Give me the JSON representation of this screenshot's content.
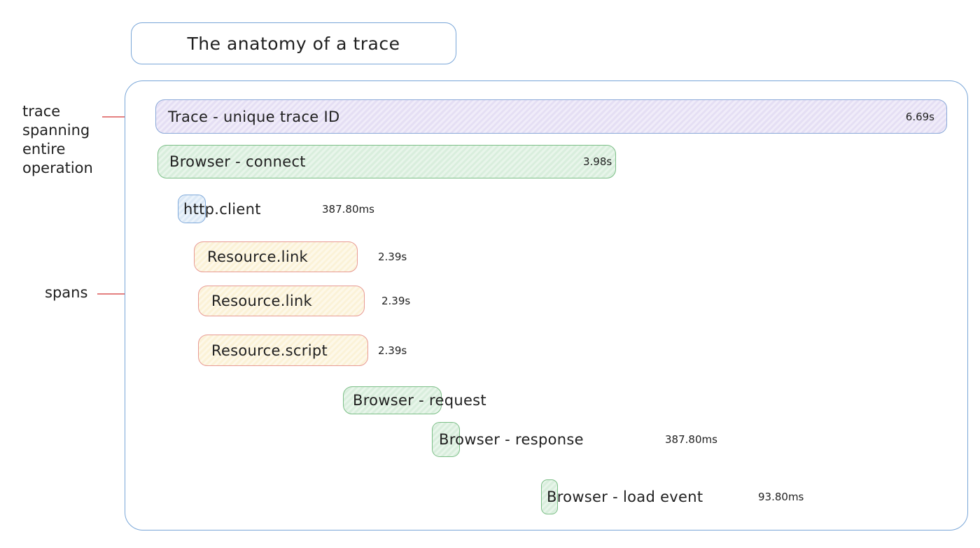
{
  "title": "The anatomy of a trace",
  "annotations": {
    "trace_lines": [
      "trace",
      "spanning",
      "entire",
      "operation"
    ],
    "spans_label": "spans"
  },
  "trace": {
    "label": "Trace - unique trace ID",
    "duration": "6.69s"
  },
  "spans": [
    {
      "label": "Browser - connect",
      "duration": "3.98s",
      "color": "green"
    },
    {
      "label": "http.client",
      "duration": "387.80ms",
      "color": "blue"
    },
    {
      "label": "Resource.link",
      "duration": "2.39s",
      "color": "yellow"
    },
    {
      "label": "Resource.link",
      "duration": "2.39s",
      "color": "yellow"
    },
    {
      "label": "Resource.script",
      "duration": "2.39s",
      "color": "yellow"
    },
    {
      "label": "Browser - request",
      "duration": "",
      "color": "green"
    },
    {
      "label": "Browser - response",
      "duration": "387.80ms",
      "color": "green"
    },
    {
      "label": "Browser - load event",
      "duration": "93.80ms",
      "color": "green"
    }
  ],
  "colors": {
    "container_border": "#79a6d8",
    "trace_fill": "#e5dff4",
    "green_border": "#7cbf87",
    "green_fill": "#d9eedd",
    "yellow_fill": "#fbf2d7",
    "yellow_border": "#e89a93",
    "blue_fill": "#dce9f6",
    "annotation_line": "#e48080",
    "text": "#1f1f1f"
  }
}
